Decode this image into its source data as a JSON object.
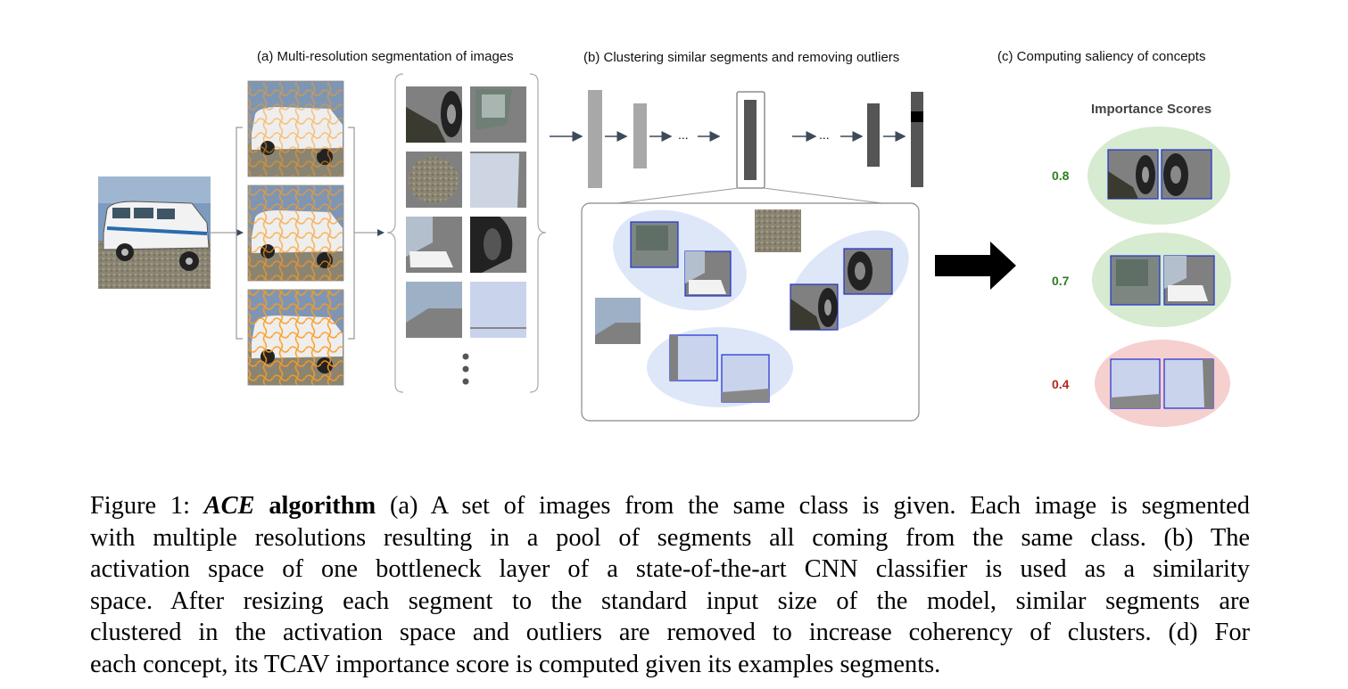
{
  "figure": {
    "panel_a_title": "(a) Multi-resolution segmentation of images",
    "panel_b_title": "(b) Clustering similar segments and removing outliers",
    "panel_c_title": "(c) Computing saliency of concepts",
    "importance_title": "Importance Scores",
    "ellipsis": "...",
    "scores": [
      "0.8",
      "0.7",
      "0.4"
    ],
    "colors": {
      "score_high": "#2e7d1f",
      "score_low": "#b3261e",
      "ellipse_green": "#d6ebcf",
      "ellipse_red": "#f6cfcf",
      "cluster_blue": "#dde7f8",
      "thumb_border": "#1f2fd0",
      "arrow": "#3c4a5a"
    }
  },
  "caption": {
    "label": "Figure 1:",
    "em_title": "ACE",
    "bold_title": "algorithm",
    "line1_rest": "(a) A set of images from the same class is given. Each image is segmented",
    "line2": "with multiple resolutions resulting in a pool of segments all coming from the same class. (b) The",
    "line3": "activation space of one bottleneck layer of a state-of-the-art CNN classifier is used as a similarity",
    "line4": "space.  After resizing each segment to the standard input size of the model, similar segments are",
    "line5": "clustered in the activation space and outliers are removed to increase coherency of clusters. (d) For",
    "line6": "each concept, its TCAV importance score is computed given its examples segments."
  }
}
